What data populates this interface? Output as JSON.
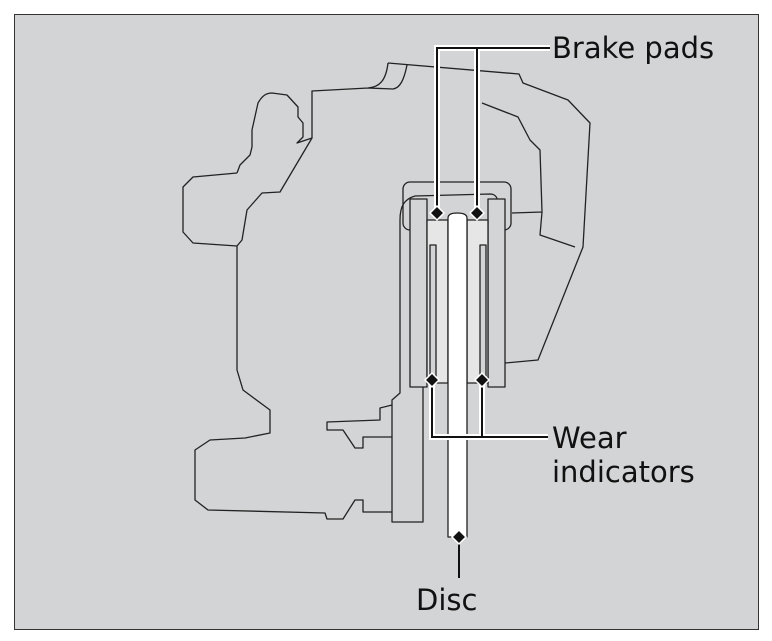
{
  "labels": {
    "brake_pads": "Brake pads",
    "wear_line1": "Wear",
    "wear_line2": "indicators",
    "disc": "Disc"
  },
  "colors": {
    "background": "#d3d4d5",
    "outline": "#222222",
    "pad": "#e6e6e6",
    "disc": "#ffffff"
  }
}
